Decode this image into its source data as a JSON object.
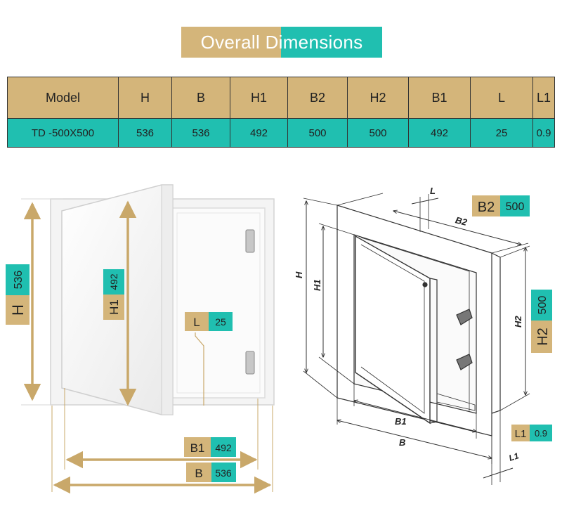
{
  "title": "Overall Dimensions",
  "table": {
    "headers": [
      "Model",
      "H",
      "B",
      "H1",
      "B2",
      "H2",
      "B1",
      "L",
      "L1"
    ],
    "rows": [
      [
        "TD -500X500",
        "536",
        "536",
        "492",
        "500",
        "500",
        "492",
        "25",
        "0.9"
      ]
    ]
  },
  "photo_labels": {
    "h": {
      "letter": "H",
      "value": "536"
    },
    "h1": {
      "letter": "H1",
      "value": "492"
    },
    "l": {
      "letter": "L",
      "value": "25"
    },
    "b1": {
      "letter": "B1",
      "value": "492"
    },
    "b": {
      "letter": "B",
      "value": "536"
    }
  },
  "drawing_labels": {
    "b2_badge": {
      "letter": "B2",
      "value": "500"
    },
    "h2_badge": {
      "letter": "H2",
      "value": "500"
    },
    "l1_badge": {
      "letter": "L1",
      "value": "0.9"
    },
    "dim_l": "L",
    "dim_b2": "B2",
    "dim_h": "H",
    "dim_h1": "H1",
    "dim_h2": "H2",
    "dim_b1": "B1",
    "dim_b": "B",
    "dim_l1": "L1"
  },
  "colors": {
    "gold": "#d4b57a",
    "teal": "#20bfb0",
    "arrow": "#c9a86a"
  }
}
